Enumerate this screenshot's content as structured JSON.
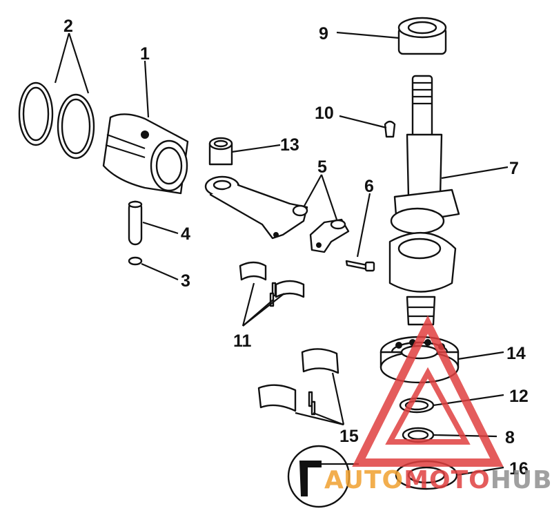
{
  "callouts": {
    "c1": "1",
    "c2": "2",
    "c3": "3",
    "c4": "4",
    "c5": "5",
    "c6": "6",
    "c7": "7",
    "c8": "8",
    "c9": "9",
    "c10": "10",
    "c11": "11",
    "c12": "12",
    "c13": "13",
    "c14": "14",
    "c15": "15",
    "c16": "16"
  },
  "watermark": {
    "text_part1": "AUTO",
    "text_part2": "MOTO",
    "text_part3": "HUB",
    "color_orange": "#f0a030",
    "color_red": "#e04040",
    "color_gray": "#909090"
  }
}
